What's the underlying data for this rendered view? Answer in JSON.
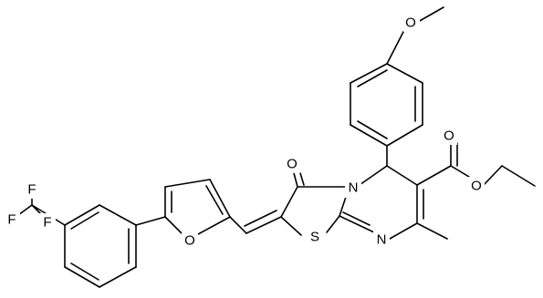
{
  "atoms": {
    "o_methoxy": "O",
    "o_keto": "O",
    "n_ring": "N",
    "s_ring": "S",
    "n_imine": "N",
    "o_furan": "O",
    "o_ester_carbonyl": "O",
    "o_ester_ether": "O",
    "f_top": "F",
    "f_left": "F",
    "f_bottom": "F"
  }
}
